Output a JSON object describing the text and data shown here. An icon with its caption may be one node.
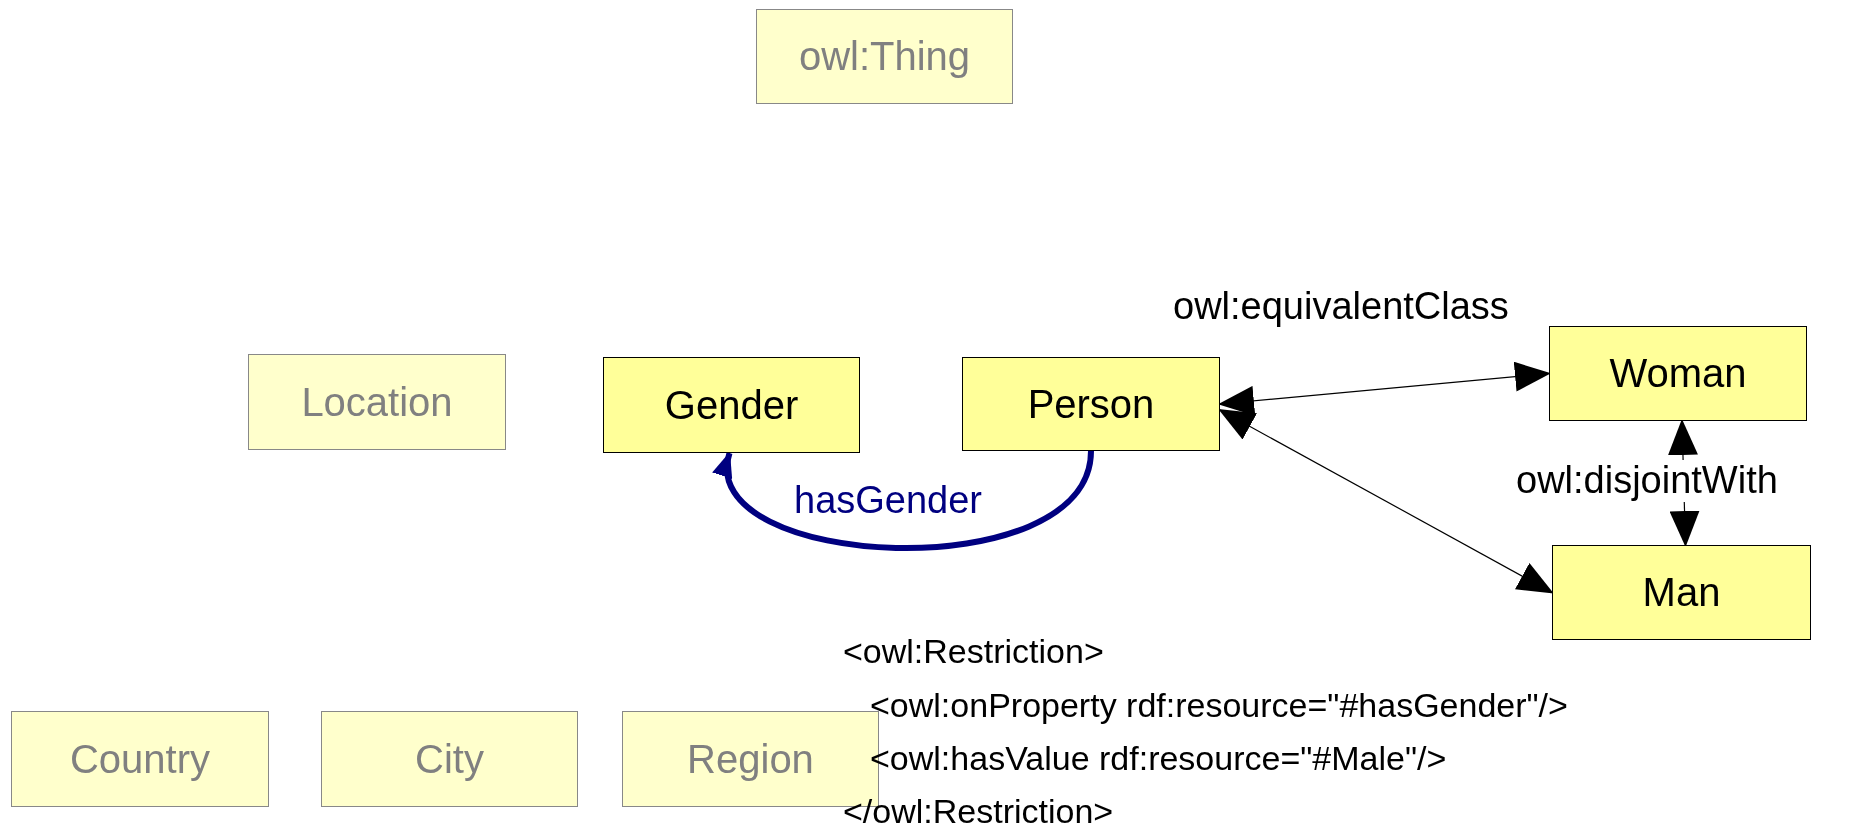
{
  "diagram": {
    "nodes": [
      {
        "text": [
          "owl:Thing"
        ]
      },
      {
        "text": [
          "Location"
        ]
      },
      {
        "text": [
          "Gender"
        ]
      },
      {
        "text": [
          "Person"
        ]
      },
      {
        "text": [
          "Woman"
        ]
      },
      {
        "text": [
          "Man"
        ]
      },
      {
        "text": [
          "Country"
        ]
      },
      {
        "text": [
          "City"
        ]
      },
      {
        "text": [
          "Region"
        ]
      }
    ],
    "edges": [
      {
        "from": 3,
        "to": 4,
        "arrow": "both",
        "label": "owl:equivalentClass"
      },
      {
        "from": 3,
        "to": 5,
        "arrow": "both"
      },
      {
        "from": 4,
        "to": 5,
        "arrow": "both",
        "label": "owl:disjointWith"
      },
      {
        "from": 3,
        "to": 2,
        "arrow": "to",
        "label": "hasGender",
        "style": "thick",
        "color": "#000080"
      }
    ],
    "labels": [
      "<owl:Restriction>",
      "<owl:onProperty rdf:resource=\"#hasGender\"/>",
      "<owl:hasValue rdf:resource=\"#Male\"/>",
      "</owl:Restriction>"
    ]
  }
}
